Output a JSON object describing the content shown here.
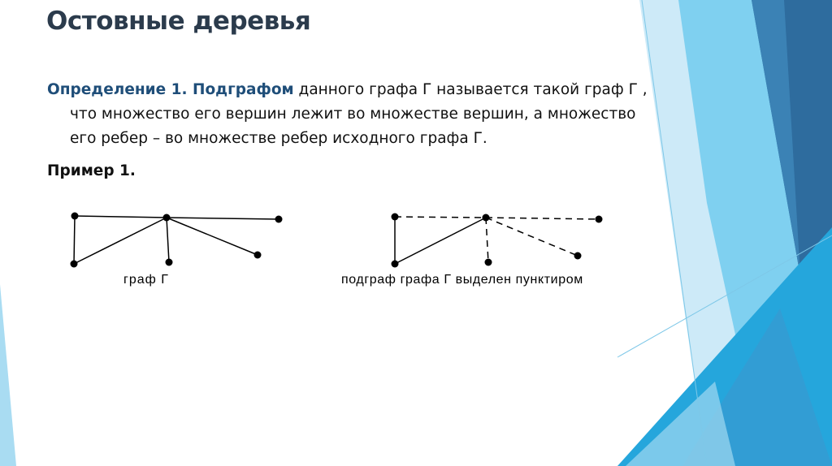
{
  "slide": {
    "title": "Остовные деревья",
    "definition": {
      "label": "Определение 1. Подграфом",
      "line1": " данного графа Г называется такой граф Г ,",
      "line2": "что множество его вершин лежит во множестве вершин, а множество",
      "line3": "его ребер – во множестве ребер  исходного графа Г."
    },
    "example_label": "Пример 1.",
    "graph_caption": "граф Г",
    "subgraph_caption": "подграф графа Г  выделен  пунктиром"
  },
  "colors": {
    "title": "#2b3b4c",
    "accent": "#1f4e79",
    "deco_dark": "#2e6c9e",
    "deco_mid": "#5ec2ea",
    "deco_light": "#bfe5f6"
  }
}
